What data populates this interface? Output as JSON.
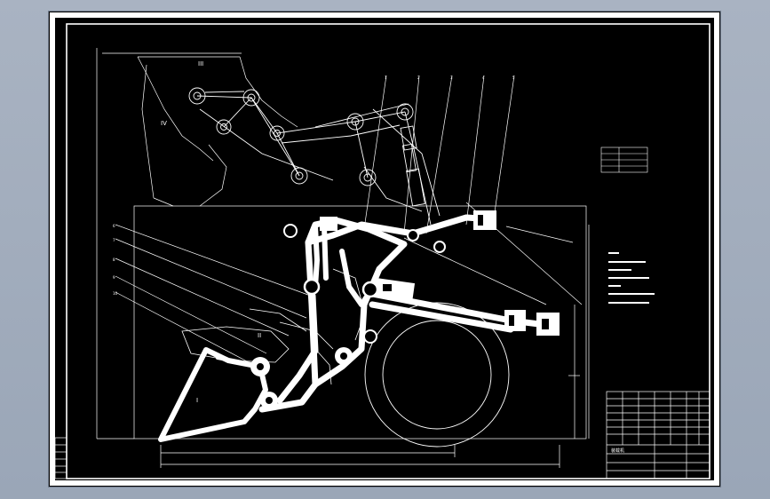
{
  "window": {
    "background": "#9fabbb",
    "canvas_color": "#000000",
    "line_color": "#ffffff"
  },
  "drawing": {
    "view_zone_labels": [
      "I",
      "II",
      "III",
      "IV"
    ],
    "callout_numbers": [
      "1",
      "2",
      "3",
      "4",
      "5"
    ],
    "leader_numbers": [
      "6",
      "7",
      "8",
      "9",
      "10"
    ],
    "title_block": {
      "title": "装载机",
      "drawing_no": ""
    }
  }
}
